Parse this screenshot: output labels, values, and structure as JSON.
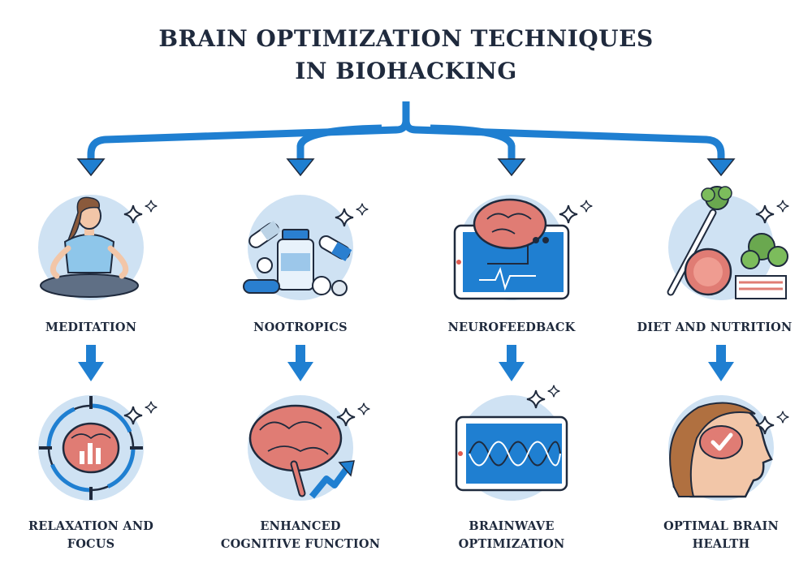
{
  "title": {
    "line1": "BRAIN OPTIMIZATION TECHNIQUES",
    "line2": "IN BIOHACKING"
  },
  "colors": {
    "arrow": "#1f7fd1",
    "circle": "#cfe2f3",
    "text": "#1f2a3d",
    "brain": "#e07c74",
    "skin": "#f2c6a8"
  },
  "techniques": [
    {
      "label_lines": [
        "MEDITATION"
      ],
      "icon": "meditation-icon"
    },
    {
      "label_lines": [
        "NOOTROPICS"
      ],
      "icon": "pills-icon"
    },
    {
      "label_lines": [
        "NEUROFEEDBACK"
      ],
      "icon": "brain-monitor-icon"
    },
    {
      "label_lines": [
        "DIET AND NUTRITION"
      ],
      "icon": "food-icon"
    }
  ],
  "outcomes": [
    {
      "label_lines": [
        "RELAXATION AND",
        "FOCUS"
      ],
      "icon": "focused-brain-icon"
    },
    {
      "label_lines": [
        "ENHANCED",
        "COGNITIVE FUNCTION"
      ],
      "icon": "brain-growth-icon"
    },
    {
      "label_lines": [
        "BRAINWAVE",
        "OPTIMIZATION"
      ],
      "icon": "brainwave-screen-icon"
    },
    {
      "label_lines": [
        "OPTIMAL BRAIN",
        "HEALTH"
      ],
      "icon": "healthy-head-icon"
    }
  ]
}
